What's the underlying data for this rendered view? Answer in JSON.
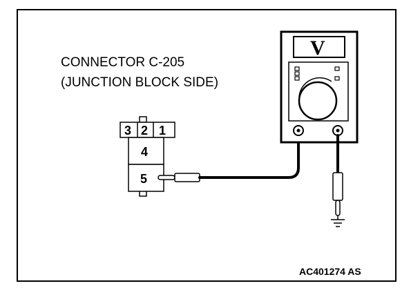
{
  "connector": {
    "name_line1": "CONNECTOR C-205",
    "name_line2": "(JUNCTION BLOCK SIDE)",
    "top_pins": [
      "3",
      "2",
      "1"
    ],
    "mid_pin": "4",
    "probe_pin": "5"
  },
  "meter": {
    "mode_symbol": "V"
  },
  "figure_code": "AC401274 AS"
}
